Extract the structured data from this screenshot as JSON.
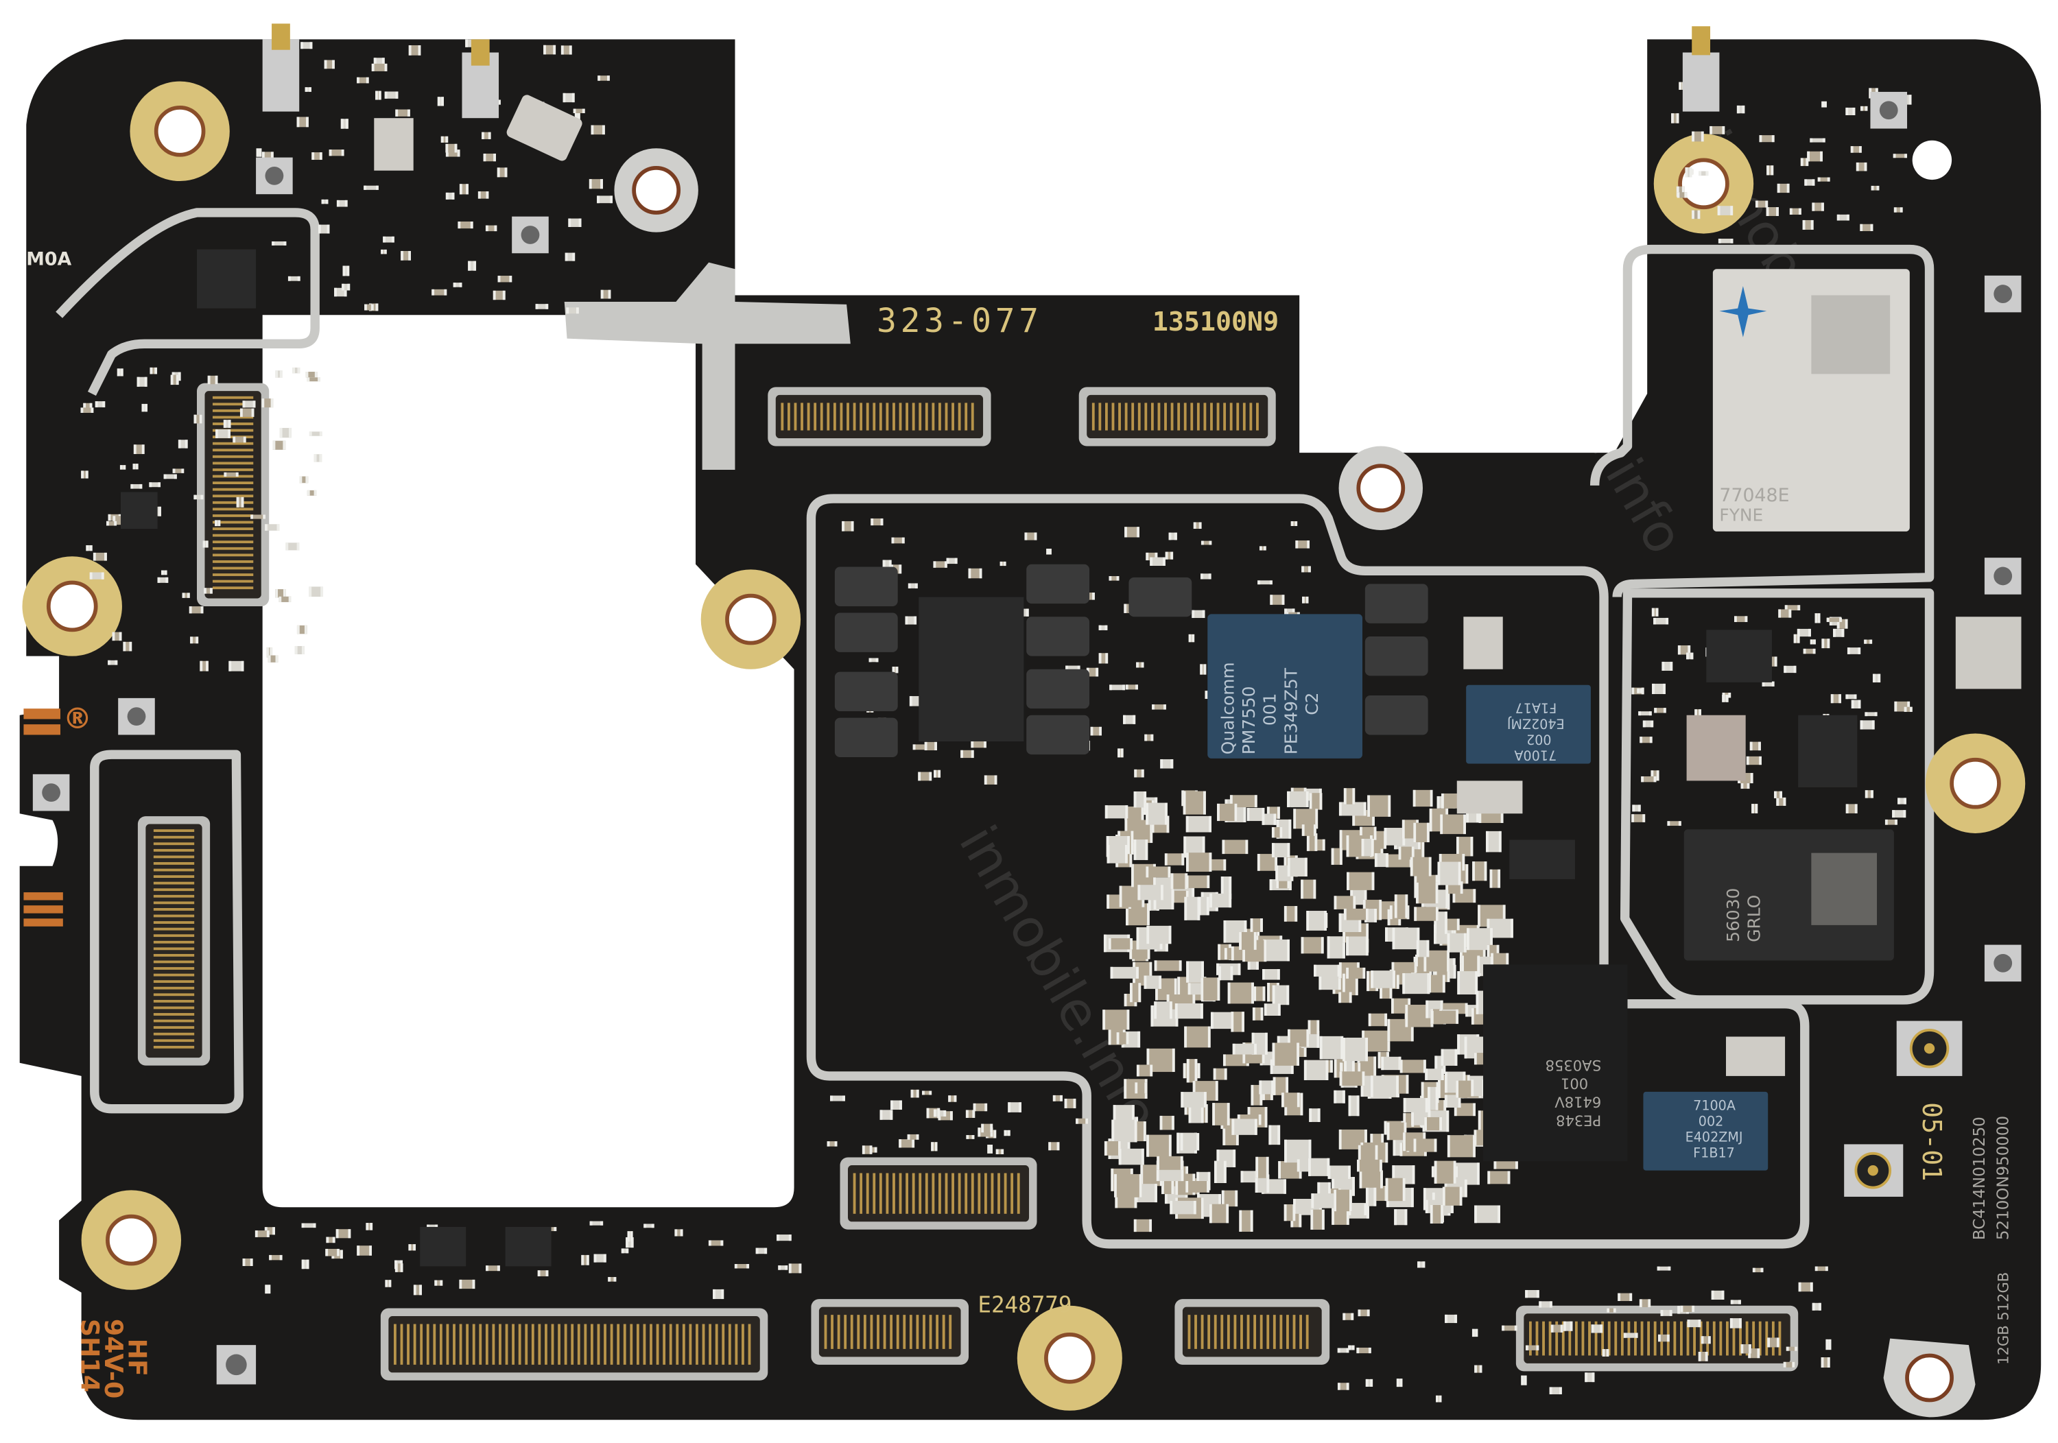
{
  "board": {
    "colors": {
      "pcb": "#1b1a19",
      "gold": "#d9c27a",
      "shield": "#c9c9c6",
      "chip_blue": "#2e4a63",
      "silkscreen": "#d9c37c",
      "copper_logo": "#c9732f"
    },
    "silkscreen": {
      "model_code": "323-077",
      "part_number": "135100N9",
      "corner_label": "M0A",
      "batch": "E248779",
      "date": "05-01",
      "serial_line1": "BC414N010250",
      "serial_line2": "5210ON950000",
      "memory": "12GB 512GB",
      "rating_hf": "HF",
      "rating_v0": "94V-0",
      "rating_sh": "SH14",
      "ul_mark": "®"
    },
    "chips": {
      "pmic": {
        "lines": [
          "Qualcomm",
          "PM7550",
          "001",
          "PE349Z5T",
          "C2"
        ]
      },
      "pa_top": {
        "lines": [
          "7100A",
          "002",
          "E402ZMJ",
          "F1A17"
        ]
      },
      "pa_bottom": {
        "lines": [
          "7100A",
          "002",
          "E402ZMJ",
          "F1B17"
        ]
      },
      "rf_transceiver": {
        "lines": [
          "56030",
          "GRLO"
        ]
      },
      "soc": {
        "lines": [
          "77048E",
          "FYNE"
        ]
      },
      "pmic_2": {
        "lines": [
          "PE348",
          "6418V",
          "001",
          "SA0358"
        ]
      }
    },
    "watermark": "inmobile.info"
  }
}
